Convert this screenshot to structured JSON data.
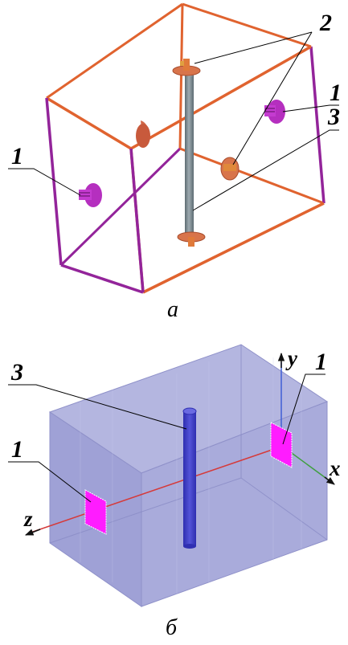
{
  "panel_a": {
    "caption": "а",
    "callouts": {
      "port_left": "1",
      "port_right": "1",
      "feed_pins": "2",
      "rod": "3"
    },
    "colors": {
      "frame_orange": "#e0632f",
      "frame_purple": "#93249a",
      "rod": "#7f8e95",
      "port": "#b52fbf"
    }
  },
  "panel_b": {
    "caption": "б",
    "callouts": {
      "port_left": "1",
      "port_right": "1",
      "rod": "3"
    },
    "axes": {
      "x": "x",
      "y": "y",
      "z": "z"
    },
    "colors": {
      "box": "#9c9ed6",
      "edge": "#8f91c9",
      "rod": "#4040c8",
      "port": "#ff1cff",
      "z_axis": "#d53a3a",
      "x_axis": "#3f9f3f",
      "y_axis": "#3f5fd6"
    }
  }
}
